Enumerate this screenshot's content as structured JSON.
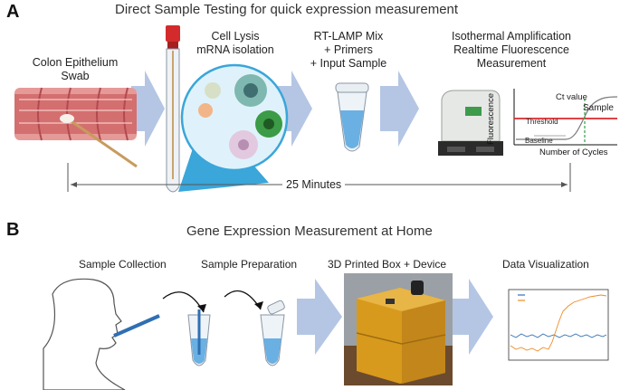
{
  "panel_a": {
    "letter": "A",
    "title": "Direct Sample Testing for quick expression measurement",
    "step1": {
      "line1": "Colon Epithelium",
      "line2": "Swab"
    },
    "step2": {
      "line1": "Cell Lysis",
      "line2": "mRNA isolation"
    },
    "step3": {
      "line1": "RT-LAMP Mix",
      "line2": "+ Primers",
      "line3": "+ Input Sample"
    },
    "step4": {
      "line1": "Isothermal Amplification",
      "line2": "Realtime Fluorescence",
      "line3": "Measurement"
    },
    "plot": {
      "ct_value": "Ct value",
      "sample": "Sample",
      "threshold": "Threshold",
      "baseline": "Baseline",
      "ylabel": "Fluorescence",
      "xlabel": "Number of Cycles"
    },
    "duration": "25 Minutes"
  },
  "panel_b": {
    "letter": "B",
    "title": "Gene Expression Measurement at Home",
    "step1": "Sample Collection",
    "step2": "Sample Preparation",
    "step3": "3D Printed Box + Device",
    "step4": "Data Visualization"
  },
  "colors": {
    "arrow": "#b4c6e4",
    "threshold": "#d9282b",
    "ct_line": "#2ea043",
    "series1": "#2f6fb3",
    "series2": "#f08a24",
    "box": "#d89a1c"
  }
}
